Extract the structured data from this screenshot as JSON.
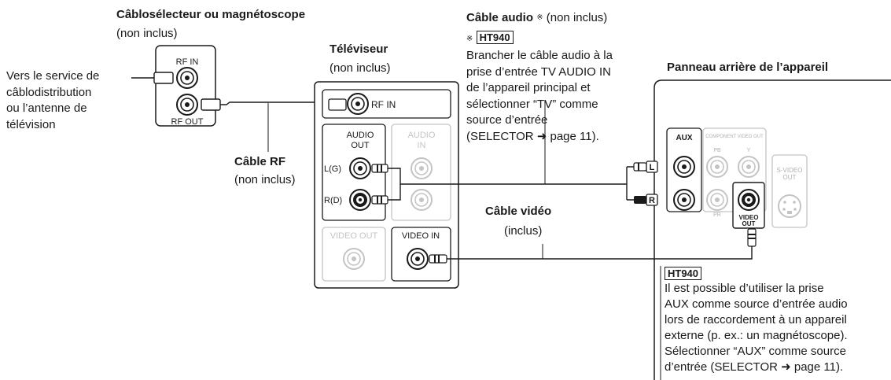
{
  "cable_box": {
    "title": "Câblosélecteur ou magnétoscope",
    "subtitle": "(non inclus)",
    "rf_in": "RF IN",
    "rf_out": "RF OUT"
  },
  "antenna_text": [
    "Vers le service de",
    "câblodistribution",
    "ou l’antenne de",
    "télévision"
  ],
  "rf_cable": {
    "title": "Câble RF",
    "subtitle": "(non inclus)"
  },
  "tv": {
    "title": "Téléviseur",
    "subtitle": "(non inclus)",
    "rf_in": "RF IN",
    "audio_out": [
      "AUDIO",
      "OUT"
    ],
    "audio_in": [
      "AUDIO",
      "IN"
    ],
    "left_ch": "L(G)",
    "right_ch": "R(D)",
    "video_out": "VIDEO OUT",
    "video_in": "VIDEO IN"
  },
  "audio_cable": {
    "title": "Câble audio",
    "asterisk": "※",
    "subtitle": "(non inclus)",
    "note_marker": "※",
    "model": "HT940",
    "lines": [
      "Brancher le câble audio à la",
      "prise d’entrée TV AUDIO IN",
      "de l’appareil principal et",
      "sélectionner “TV” comme",
      "source d’entrée",
      "(SELECTOR ➜ page 11)."
    ]
  },
  "video_cable": {
    "title": "Câble vidéo",
    "subtitle": "(inclus)"
  },
  "rear_panel": {
    "title": "Panneau arrière de l’appareil",
    "aux": "AUX",
    "component_video_out": "COMPONENT VIDEO OUT",
    "pb": "PB",
    "pr": "PR",
    "y": "Y",
    "s_video_out": [
      "S-VIDEO",
      "OUT"
    ],
    "video_out": [
      "VIDEO",
      "OUT"
    ],
    "plug_l": "L",
    "plug_r": "R"
  },
  "aux_note": {
    "model": "HT940",
    "lines": [
      "Il est possible d’utiliser la prise",
      "AUX comme source d’entrée audio",
      "lors de raccordement à un appareil",
      "externe (p. ex.: un magnétoscope).",
      "Sélectionner “AUX” comme source",
      "d’entrée (SELECTOR ➜ page 11)."
    ]
  }
}
